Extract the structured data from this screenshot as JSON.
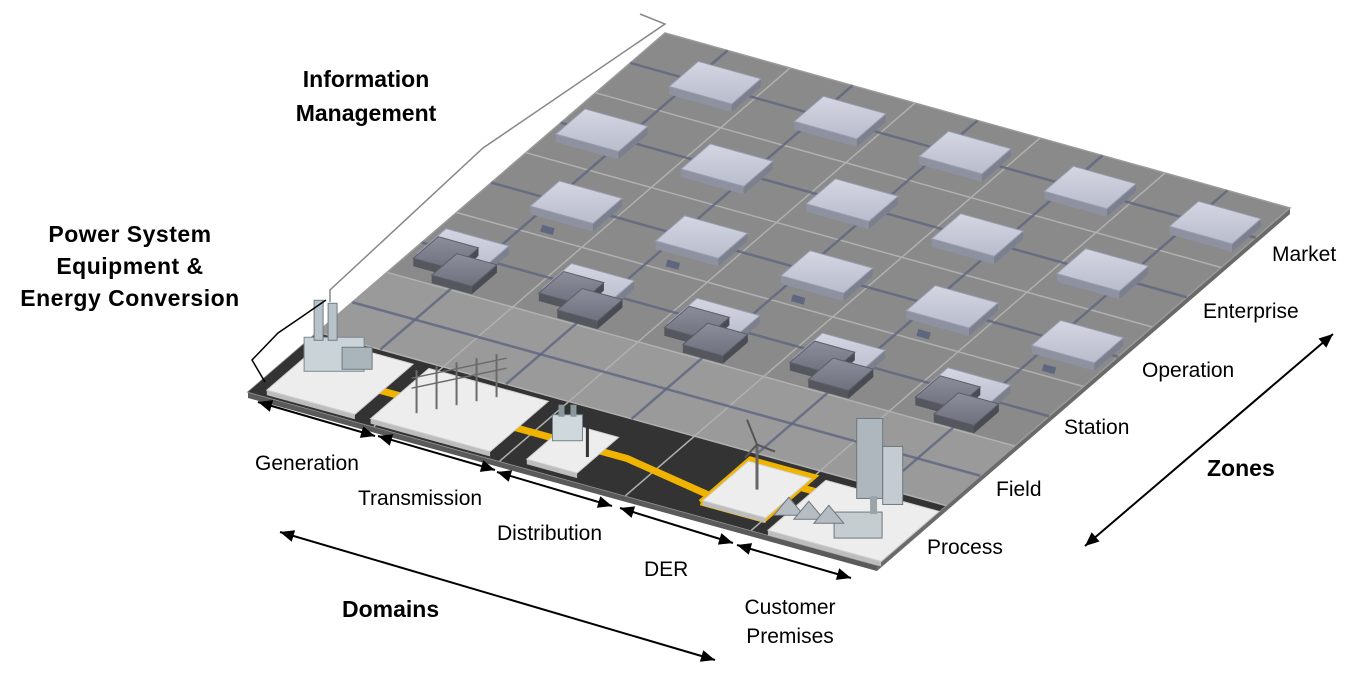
{
  "labels": {
    "information_management": [
      "Information",
      "Management"
    ],
    "power_system": [
      "Power System",
      "Equipment &",
      "Energy Conversion"
    ],
    "domains_axis": "Domains",
    "zones_axis": "Zones"
  },
  "domains": [
    "Generation",
    "Transmission",
    "Distribution",
    "DER",
    "Customer\nPremises"
  ],
  "zones": [
    "Process",
    "Field",
    "Station",
    "Operation",
    "Enterprise",
    "Market"
  ],
  "colors": {
    "plane": "#8a8a8a",
    "plane_edge": "#6f6f6f",
    "grid_line": "#5e6680",
    "tile": "#c7c9d8",
    "tile_dark": "#7c7e8c",
    "process_band": "#333333",
    "power_line": "#f0b400",
    "lighter_band": "#a8a8a8"
  },
  "icons": [
    "power-plant-icon",
    "substation-icon",
    "transformer-icon",
    "wind-turbine-icon",
    "factory-icon",
    "office-building-icon"
  ]
}
